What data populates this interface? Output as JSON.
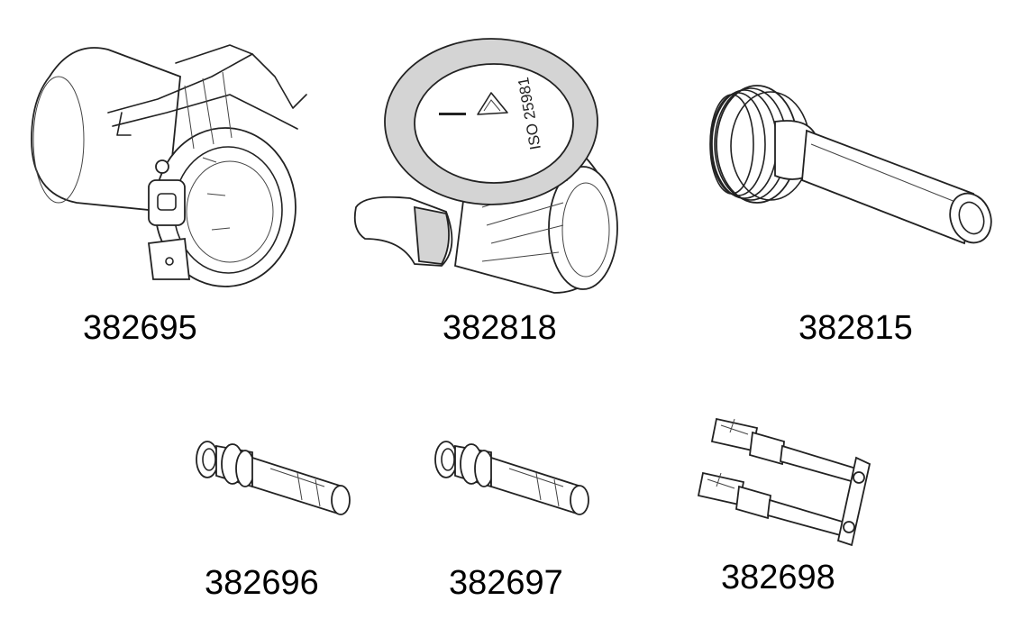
{
  "parts": [
    {
      "id": "382695",
      "icon": "socket-housing-icon"
    },
    {
      "id": "382818",
      "icon": "iso-socket-with-cap-icon"
    },
    {
      "id": "382815",
      "icon": "threaded-adapter-icon"
    },
    {
      "id": "382696",
      "icon": "contact-pin-icon"
    },
    {
      "id": "382697",
      "icon": "contact-pin-icon"
    },
    {
      "id": "382698",
      "icon": "double-contact-bridge-icon"
    }
  ],
  "cap_marking": "ISO 25981"
}
